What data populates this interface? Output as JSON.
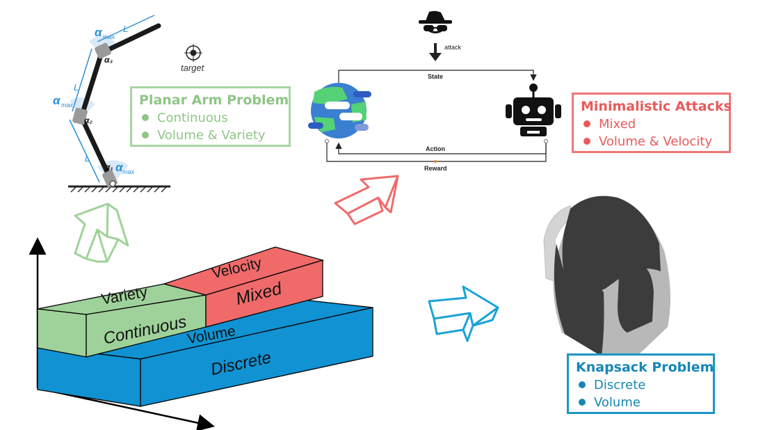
{
  "colors": {
    "green": "#9fd29a",
    "red": "#f06a6a",
    "blue": "#1192d2",
    "green_text": "#8fc586",
    "red_text": "#e85a5a",
    "blue_text": "#1687b5",
    "arm": "#1a1a1a",
    "annot": "#2a8fd6"
  },
  "planar_arm": {
    "target_label": "target",
    "alpha_max_1": "α",
    "alpha_max_2": "α",
    "alpha_max_3": "α",
    "max_sub": "max",
    "joint_1": "α₁",
    "joint_2": "α₂",
    "joint_3": "α₃",
    "link_label": "L"
  },
  "rl_loop": {
    "attacker_icon": "spy-icon",
    "attack_label": "attack",
    "state_label": "State",
    "action_label": "Action",
    "reward_label": "Reward",
    "environment_icon": "globe-icon",
    "agent_icon": "robot-icon"
  },
  "planar_box": {
    "title": "Planar Arm Problem",
    "items": [
      "Continuous",
      "Volume & Variety"
    ]
  },
  "attacks_box": {
    "title": "Minimalistic Attacks",
    "items": [
      "Mixed",
      "Volume & Velocity"
    ]
  },
  "knapsack_box": {
    "title": "Knapsack Problem",
    "items": [
      "Discrete",
      "Volume"
    ]
  },
  "blocks": {
    "variety": "Variety",
    "continuous": "Continuous",
    "velocity": "Velocity",
    "mixed": "Mixed",
    "volume": "Volume",
    "discrete": "Discrete"
  },
  "knapsack_icon": "backpack-icon"
}
